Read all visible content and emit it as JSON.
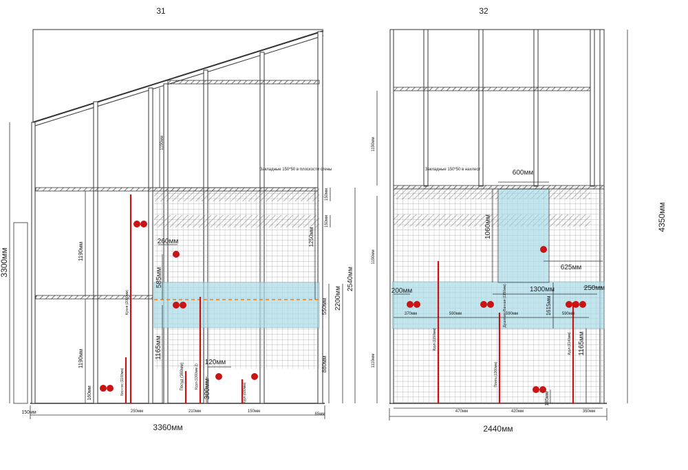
{
  "sheets": [
    {
      "number": "31",
      "note": "Закладные 150*50 в плоскости стены",
      "total_width": "3360мм",
      "total_height": "3300мм",
      "dims": {
        "top_spacing": "1190мм",
        "left_upper": "1190мм",
        "left_lower": "1190мм",
        "floor": "160мм",
        "left_offset": "150мм",
        "seg_a": "250мм",
        "seg_b": "210мм",
        "seg_c": "150мм",
        "seg_d": "65мм",
        "d260": "260мм",
        "d585": "585мм",
        "d1165": "1165мм",
        "d300": "300мм",
        "d120": "120мм",
        "d1250": "1250мм",
        "d550": "550мм",
        "d880": "880мм",
        "d2200": "2200мм",
        "d2540": "2540мм",
        "t150a": "150мм",
        "t150b": "150мм"
      },
      "pipe_labels": [
        "Хвс+гвс (1100мм)",
        "Кухня (2000мм)",
        "Посуд (360мм)",
        "Куул (1300мм 2)",
        "Куул (680мм)"
      ]
    },
    {
      "number": "32",
      "note": "Закладные 150*50 в нахлест",
      "total_width": "2440мм",
      "total_height": "4350мм",
      "dims": {
        "top_spacing": "1190мм",
        "left_mid": "1190мм",
        "left_low": "1110мм",
        "d600": "600мм",
        "d1060": "1060мм",
        "d625": "625мм",
        "d1300": "1300мм",
        "d250": "250мм",
        "d200": "200мм",
        "s370": "370мм",
        "s590a": "590мм",
        "s590b": "590мм",
        "s590c": "590мм",
        "d1615": "1615мм",
        "d1165": "1165мм",
        "d185": "185мм",
        "b470": "470мм",
        "b420": "420мм",
        "b350": "350мм"
      },
      "pipe_labels": [
        "Куул (1150мм)",
        "Душевая+Ванная (1150мм)",
        "Плита (1300мм)",
        "Куул (1140мм)"
      ]
    }
  ],
  "colors": {
    "line": "#333333",
    "grid": "#9a9a9a",
    "highlight": "#a9dbe8",
    "pipe": "#cc1111",
    "point": "#c81414",
    "dash": "#ff7a00"
  }
}
